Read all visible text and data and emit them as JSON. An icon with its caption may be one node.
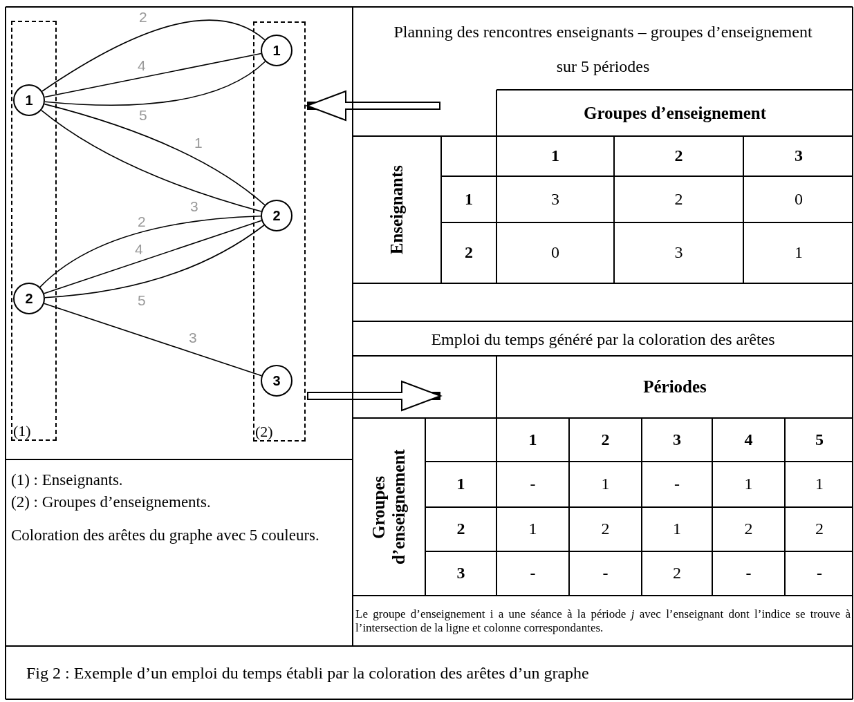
{
  "diagram": {
    "caption": "Fig 2 : Exemple d’un emploi du temps établi par la coloration des arêtes d’un graphe",
    "nodes": [
      {
        "text": [
          "(1)"
        ]
      },
      {
        "text": [
          "1"
        ],
        "in": 0
      },
      {
        "text": [
          "2"
        ],
        "in": 0
      },
      {
        "text": [
          "(2)"
        ]
      },
      {
        "text": [
          "1"
        ],
        "in": 3
      },
      {
        "text": [
          "2"
        ],
        "in": 3
      },
      {
        "text": [
          "3"
        ],
        "in": 3
      },
      {
        "text": [
          "Planning des rencontres enseignants – groupes d’enseignement sur 5 périodes"
        ]
      },
      {
        "text": [
          "Emploi du temps généré par la coloration des arêtes"
        ]
      }
    ],
    "edges": [
      {
        "from": 1,
        "to": 4,
        "arrow": "none",
        "label": "2"
      },
      {
        "from": 1,
        "to": 4,
        "arrow": "none",
        "label": "4"
      },
      {
        "from": 1,
        "to": 4,
        "arrow": "none",
        "label": "5"
      },
      {
        "from": 1,
        "to": 5,
        "arrow": "none",
        "label": "1"
      },
      {
        "from": 1,
        "to": 5,
        "arrow": "none",
        "label": "3"
      },
      {
        "from": 2,
        "to": 5,
        "arrow": "none",
        "label": "2"
      },
      {
        "from": 2,
        "to": 5,
        "arrow": "none",
        "label": "4"
      },
      {
        "from": 2,
        "to": 5,
        "arrow": "none",
        "label": "5"
      },
      {
        "from": 2,
        "to": 6,
        "arrow": "none",
        "label": "3"
      },
      {
        "from": 7,
        "to": 3,
        "arrow": "to",
        "style": "thick"
      },
      {
        "from": 3,
        "to": 8,
        "arrow": "to",
        "style": "thick"
      }
    ],
    "labels": [
      "(1) : Enseignants.",
      "(2) : Groupes d’enseignements.",
      "Coloration des arêtes du graphe avec 5 couleurs.",
      "Groupes d’enseignement",
      "Enseignants",
      "1",
      "2",
      "3",
      "1",
      "3",
      "2",
      "0",
      "2",
      "0",
      "3",
      "1",
      "Périodes",
      "Groupes d’enseignement",
      "1",
      "2",
      "3",
      "4",
      "5",
      "1",
      "-",
      "1",
      "-",
      "1",
      "1",
      "2",
      "1",
      "2",
      "1",
      "2",
      "2",
      "3",
      "-",
      "-",
      "2",
      "-",
      "-",
      "Le groupe d’enseignement i a une séance à la période *j* avec l’enseignant dont l’indice se trouve à l’intersection de la ligne et colonne correspondantes."
    ]
  }
}
